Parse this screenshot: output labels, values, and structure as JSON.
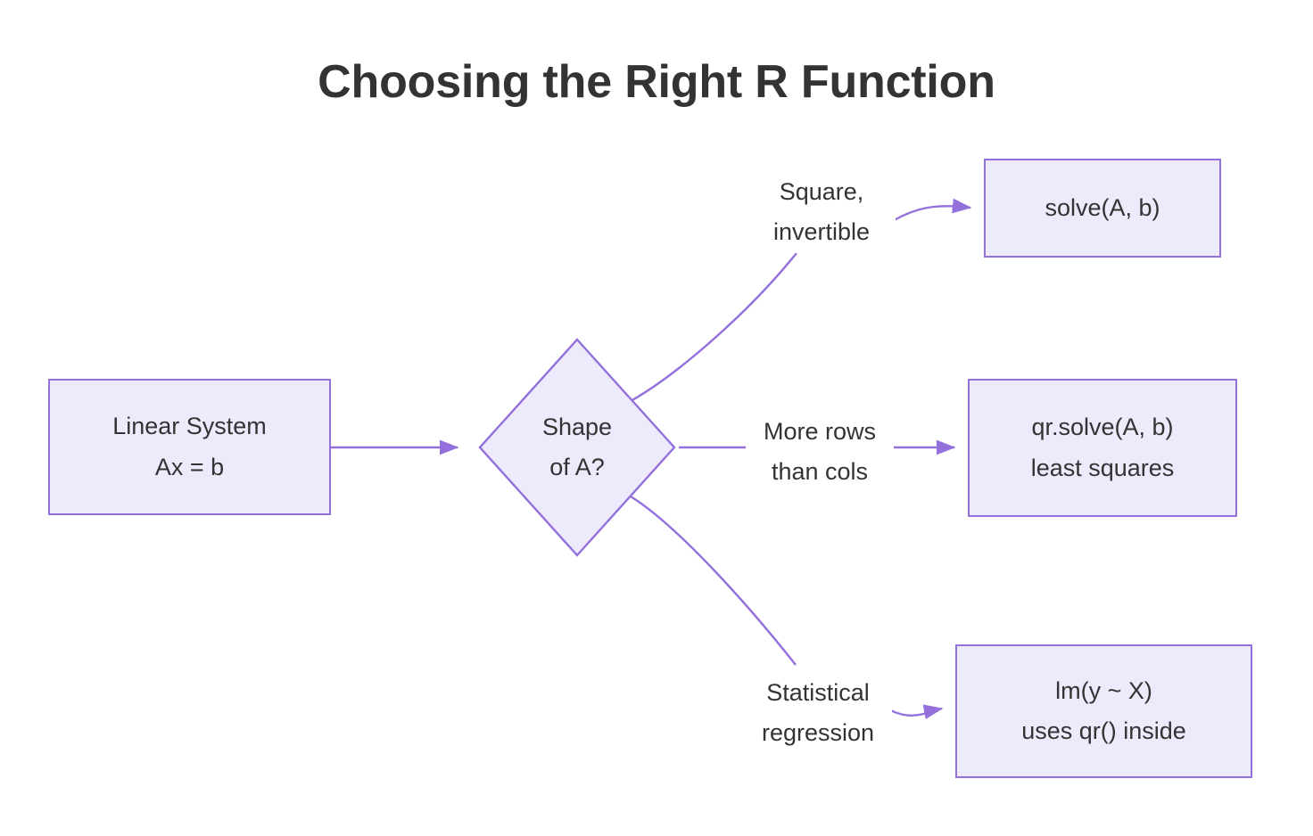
{
  "title": "Choosing the Right R Function",
  "colors": {
    "node_fill": "#ECEAFB",
    "node_stroke": "#9370DB",
    "edge_stroke": "#9370DB",
    "text": "#333333",
    "title_text": "#333333",
    "background": "#FFFFFF"
  },
  "nodes": {
    "linear_system": {
      "line1": "Linear System",
      "line2": "Ax = b"
    },
    "decision": {
      "line1": "Shape",
      "line2": "of A?"
    },
    "solve": {
      "line1": "solve(A, b)"
    },
    "qr_solve": {
      "line1": "qr.solve(A, b)",
      "line2": "least squares"
    },
    "lm": {
      "line1": "lm(y ~ X)",
      "line2": "uses qr() inside"
    }
  },
  "edges": [
    {
      "from": "linear_system",
      "to": "decision",
      "label_line1": "",
      "label_line2": ""
    },
    {
      "from": "decision",
      "to": "solve",
      "label_line1": "Square,",
      "label_line2": "invertible"
    },
    {
      "from": "decision",
      "to": "qr_solve",
      "label_line1": "More rows",
      "label_line2": "than cols"
    },
    {
      "from": "decision",
      "to": "lm",
      "label_line1": "Statistical",
      "label_line2": "regression"
    }
  ],
  "edge_labels": {
    "square_invertible": {
      "line1": "Square,",
      "line2": "invertible"
    },
    "more_rows": {
      "line1": "More rows",
      "line2": "than cols"
    },
    "statistical": {
      "line1": "Statistical",
      "line2": "regression"
    }
  }
}
